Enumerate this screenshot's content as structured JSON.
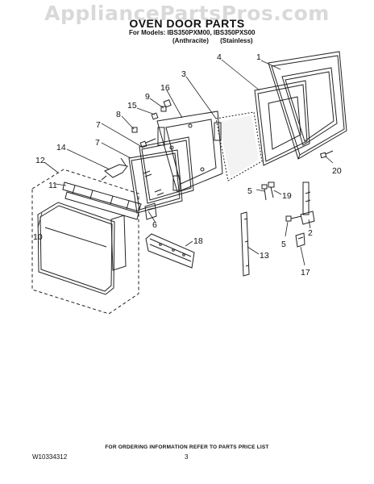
{
  "watermark": "AppliancePartsPros.com",
  "title": "OVEN DOOR PARTS",
  "models_line": "For Models: IBS350PXM00, IBS350PXS00",
  "model_notes": [
    "(Anthracite)",
    "(Stainless)"
  ],
  "callouts": [
    "1",
    "2",
    "3",
    "4",
    "5",
    "5",
    "6",
    "7",
    "7",
    "8",
    "9",
    "10",
    "11",
    "12",
    "13",
    "14",
    "15",
    "16",
    "17",
    "18",
    "19",
    "20"
  ],
  "footer": "FOR ORDERING INFORMATION REFER TO PARTS PRICE LIST",
  "doc_number": "W10334312",
  "page_number": "3"
}
